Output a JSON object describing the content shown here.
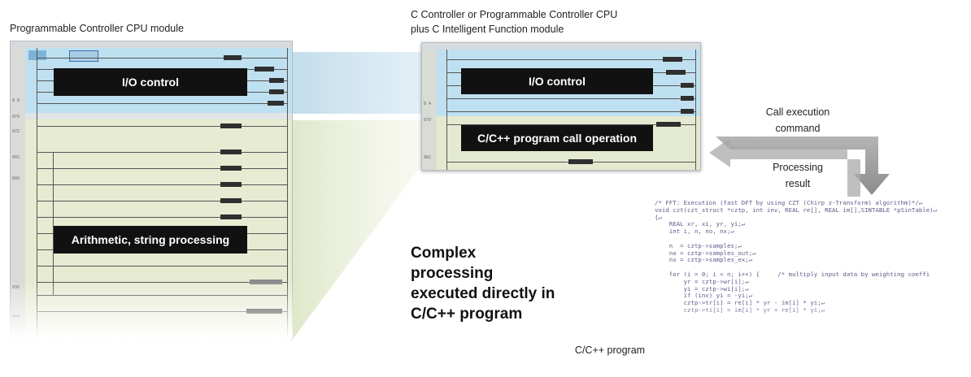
{
  "labels": {
    "left_module": "Programmable Controller CPU module",
    "right_module_line1": "C Controller or Programmable Controller CPU",
    "right_module_line2": "plus C Intelligent Function module",
    "io_control_left": "I/O control",
    "io_control_right": "I/O control",
    "arith": "Arithmetic, string processing",
    "call_op": "C/C++ program call operation",
    "call_exec_line1": "Call execution",
    "call_exec_line2": "command",
    "proc_result_line1": "Processing",
    "proc_result_line2": "result",
    "complex_line1": "Complex",
    "complex_line2": "processing",
    "complex_line3": "executed directly in",
    "complex_line4": "C/C++ program",
    "cpp_program": "C/C++ program"
  },
  "code_lines": [
    "/* FFT: Execution (fast DFT by using CZT (Chirp z-Transform) algorithm)*/↵",
    "void czt(czt_struct *cztp, int inv, REAL re[], REAL im[],SINTABLE *pSinTable)↵",
    "{↵",
    "    REAL xr, xi, yr, yi;↵",
    "    int i, n, no, nx;↵",
    "",
    "    n  = cztp->samples;↵",
    "    no = cztp->samples_out;↵",
    "    nx = cztp->samples_ex;↵",
    "",
    "    for (i = 0; i < n; i++) {     /* multiply input data by weighting coeffi",
    "        yr = cztp->wr[i];↵",
    "        yi = cztp->wi[i];↵",
    "        if (inv) yi = -yi;↵",
    "        cztp->tr[i] = re[i] * yr - im[i] * yi;↵",
    "        cztp->ti[i] = im[i] * yr + re[i] * yi;↵"
  ],
  "colors": {
    "io_band": "#bfe0f0",
    "arith_band": "#e4ead0",
    "black_label": "#111111",
    "arrow_gray": "#9a9a9a",
    "code_text": "#5b5b8c"
  }
}
